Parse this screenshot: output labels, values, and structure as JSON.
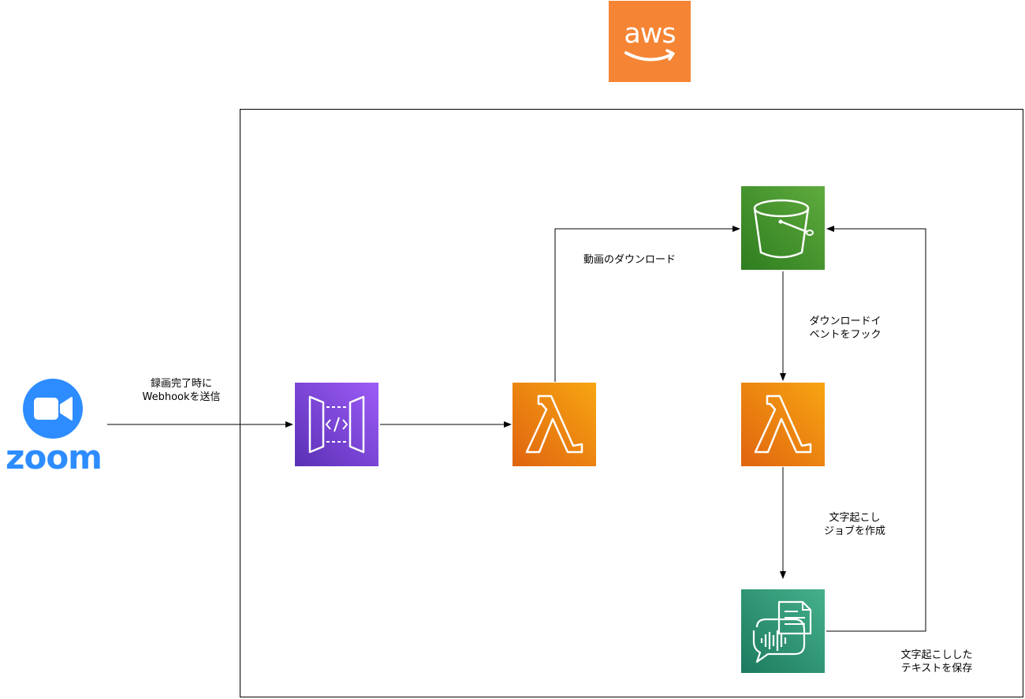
{
  "aws_logo": {
    "text": "aws",
    "color": "#f58534"
  },
  "zoom": {
    "wordmark": "zoom",
    "color": "#2d8cff"
  },
  "services": {
    "api_gateway": {
      "icon": "api-gateway-icon",
      "color_top": "#9d5cf7",
      "color_bottom": "#5a30b5"
    },
    "lambda_webhook": {
      "icon": "lambda-icon",
      "color_top": "#f7a512",
      "color_bottom": "#e0640f"
    },
    "s3_bucket": {
      "icon": "s3-bucket-icon",
      "color_top": "#5fab3e",
      "color_bottom": "#2e7d1f"
    },
    "lambda_transcribe": {
      "icon": "lambda-icon",
      "color_top": "#f7a512",
      "color_bottom": "#e0640f"
    },
    "transcribe": {
      "icon": "transcribe-icon",
      "color_top": "#45b08c",
      "color_bottom": "#1c7a5e"
    }
  },
  "labels": {
    "webhook": {
      "line1": "録画完了時に",
      "line2": "Webhookを送信"
    },
    "download": {
      "line1": "動画のダウンロード"
    },
    "download_event": {
      "line1": "ダウンロードイ",
      "line2": "ベントをフック"
    },
    "create_job": {
      "line1": "文字起こし",
      "line2": "ジョブを作成"
    },
    "save_text": {
      "line1": "文字起こしした",
      "line2": "テキストを保存"
    }
  }
}
